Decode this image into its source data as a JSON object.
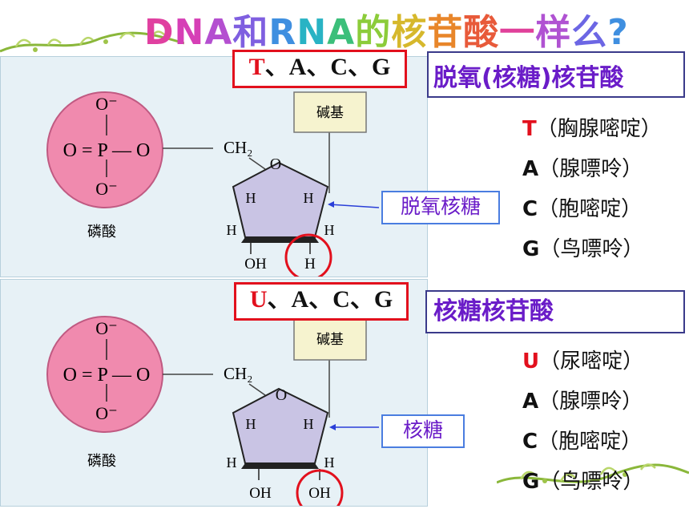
{
  "title": "DNA和RNA的核苷酸一样么?",
  "dna": {
    "bases_box": {
      "first": "T",
      "rest": "、A、C、G"
    },
    "heading": "脱氧(核糖)核苷酸",
    "sugar_label": "脱氧核糖",
    "bases": [
      {
        "letter": "T",
        "name": "（胸腺嘧啶）",
        "color": "#e2101d"
      },
      {
        "letter": "A",
        "name": "（腺嘌呤）",
        "color": "#111111"
      },
      {
        "letter": "C",
        "name": "（胞嘧啶）",
        "color": "#111111"
      },
      {
        "letter": "G",
        "name": "（鸟嘌呤）",
        "color": "#111111"
      }
    ],
    "diagram": {
      "base_box": "碱基",
      "phosphate": "磷酸",
      "c2": "H"
    }
  },
  "rna": {
    "bases_box": {
      "first": "U",
      "rest": "、A、C、G"
    },
    "heading": "核糖核苷酸",
    "sugar_label": "核糖",
    "bases": [
      {
        "letter": "U",
        "name": "（尿嘧啶）",
        "color": "#e2101d"
      },
      {
        "letter": "A",
        "name": "（腺嘌呤）",
        "color": "#111111"
      },
      {
        "letter": "C",
        "name": "（胞嘧啶）",
        "color": "#111111"
      },
      {
        "letter": "G",
        "name": "（鸟嘌呤）",
        "color": "#111111"
      }
    ],
    "diagram": {
      "base_box": "碱基",
      "phosphate": "磷酸",
      "c2": "OH"
    }
  },
  "colors": {
    "highlight": "#e2101d",
    "heading": "#6a1cc8",
    "phosphate": "#f08aae",
    "sugar": "#c9c4e4",
    "base_box": "#f6f3cf"
  }
}
